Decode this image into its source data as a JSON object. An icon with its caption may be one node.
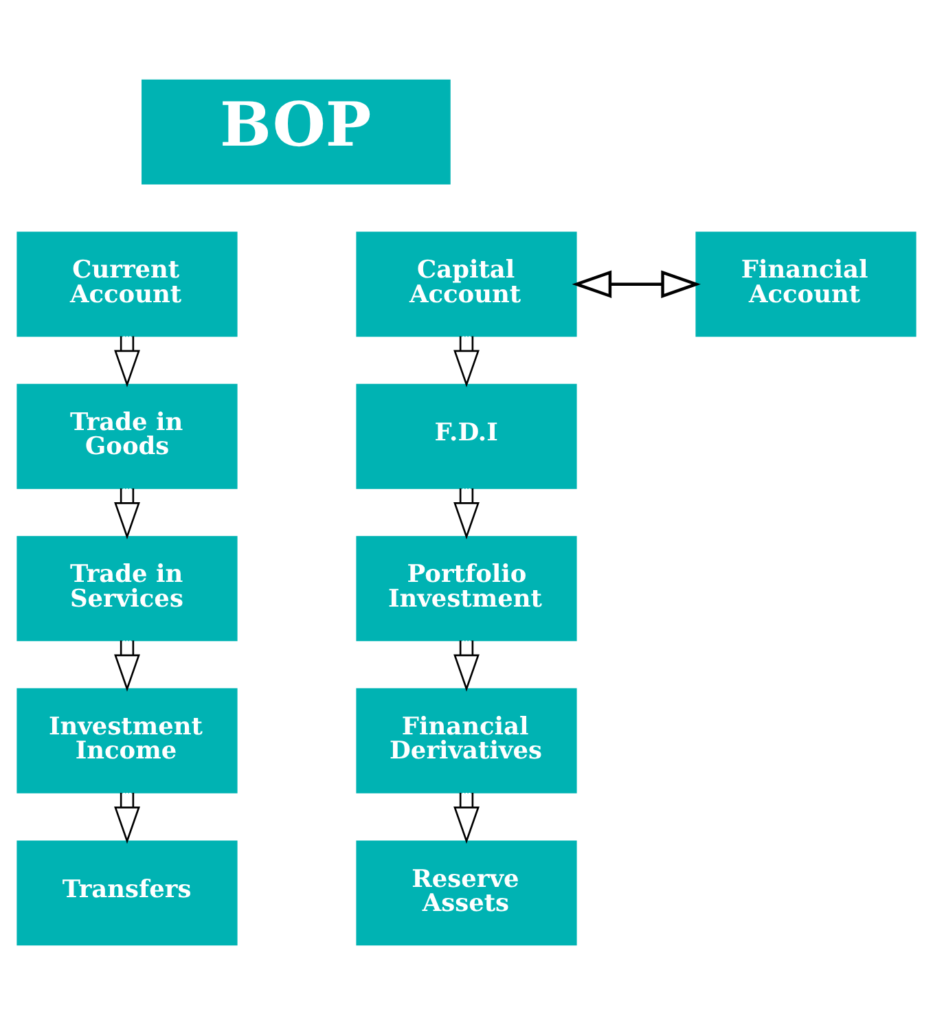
{
  "diagram": {
    "nodes": [
      {
        "text": [
          "BOP"
        ]
      },
      {
        "text": [
          "Current Account"
        ]
      },
      {
        "text": [
          "Capital Account"
        ]
      },
      {
        "text": [
          "Financial Account"
        ]
      },
      {
        "text": [
          "Trade in Goods"
        ]
      },
      {
        "text": [
          "Trade in Services"
        ]
      },
      {
        "text": [
          "Investment Income"
        ]
      },
      {
        "text": [
          "Transfers"
        ]
      },
      {
        "text": [
          "F.D.I"
        ]
      },
      {
        "text": [
          "Portfolio Investment"
        ]
      },
      {
        "text": [
          "Financial Derivatives"
        ]
      },
      {
        "text": [
          "Reserve Assets"
        ]
      }
    ],
    "edges": [
      {
        "from": 1,
        "to": 4,
        "arrow": "to"
      },
      {
        "from": 4,
        "to": 5,
        "arrow": "to"
      },
      {
        "from": 5,
        "to": 6,
        "arrow": "to"
      },
      {
        "from": 6,
        "to": 7,
        "arrow": "to"
      },
      {
        "from": 2,
        "to": 3,
        "arrow": "both"
      },
      {
        "from": 2,
        "to": 8,
        "arrow": "to"
      },
      {
        "from": 8,
        "to": 9,
        "arrow": "to"
      },
      {
        "from": 9,
        "to": 10,
        "arrow": "to"
      },
      {
        "from": 10,
        "to": 11,
        "arrow": "to"
      }
    ]
  }
}
